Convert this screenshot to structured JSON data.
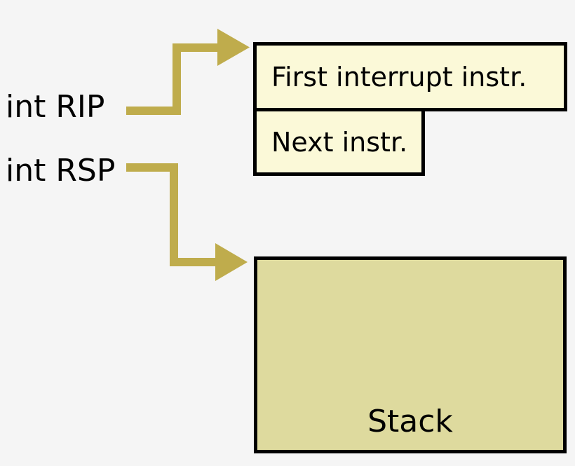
{
  "diagram": {
    "labels": {
      "rip": "int RIP",
      "rsp": "int RSP"
    },
    "boxes": {
      "first_instr": "First interrupt instr.",
      "next_instr": "Next instr.",
      "stack": "Stack"
    },
    "colors": {
      "background": "#f5f5f5",
      "instr_box_fill": "#fbf9d8",
      "stack_fill": "#deda9e",
      "box_border": "#000000",
      "arrow": "#bfac4c",
      "text": "#000000"
    }
  }
}
